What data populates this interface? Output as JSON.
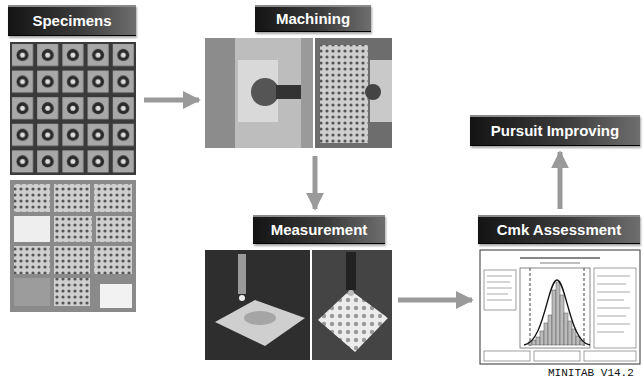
{
  "diagram": {
    "nodes": [
      {
        "text": [
          "Specimens"
        ]
      },
      {
        "text": [
          "Machining"
        ]
      },
      {
        "text": [
          "Pursuit Improving"
        ]
      },
      {
        "text": [
          "Measurement"
        ]
      },
      {
        "text": [
          "Cmk Assessment"
        ]
      }
    ],
    "edges": [
      {
        "from": 0,
        "to": 1,
        "arrow": "to"
      },
      {
        "from": 1,
        "to": 3,
        "arrow": "to"
      },
      {
        "from": 3,
        "to": 4,
        "arrow": "to"
      },
      {
        "from": 4,
        "to": 2,
        "arrow": "to"
      }
    ],
    "labels": [
      "MINITAB V14.2"
    ]
  }
}
